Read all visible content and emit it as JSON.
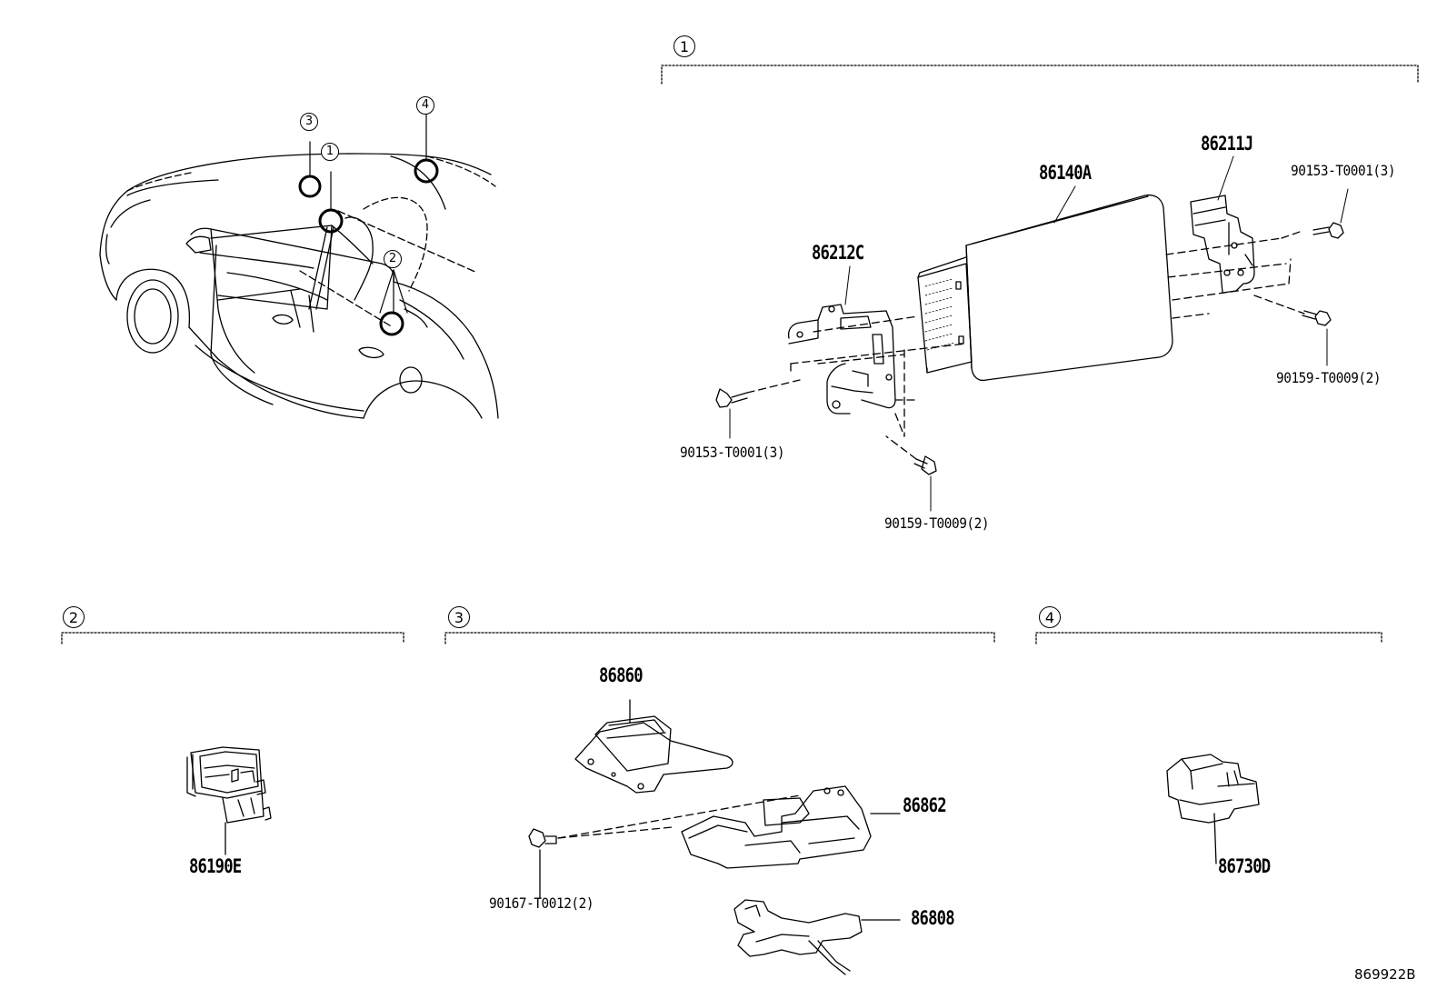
{
  "sections": [
    {
      "number": "1"
    },
    {
      "number": "2"
    },
    {
      "number": "3"
    },
    {
      "number": "4"
    }
  ],
  "car_callouts": [
    "3",
    "1",
    "4",
    "2"
  ],
  "parts": {
    "section1": {
      "display": "86140A",
      "bracket_left": "86212C",
      "bracket_right": "86211J",
      "screw_left_top": "90153-T0001(3)",
      "screw_right_top": "90153-T0001(3)",
      "screw_left_bottom": "90159-T0009(2)",
      "screw_right_bottom": "90159-T0009(2)"
    },
    "section2": {
      "switch": "86190E"
    },
    "section3": {
      "module": "86860",
      "bracket": "86862",
      "harness": "86808",
      "screw": "90167-T0012(2)"
    },
    "section4": {
      "connector": "86730D"
    }
  },
  "drawing_id": "869922B"
}
